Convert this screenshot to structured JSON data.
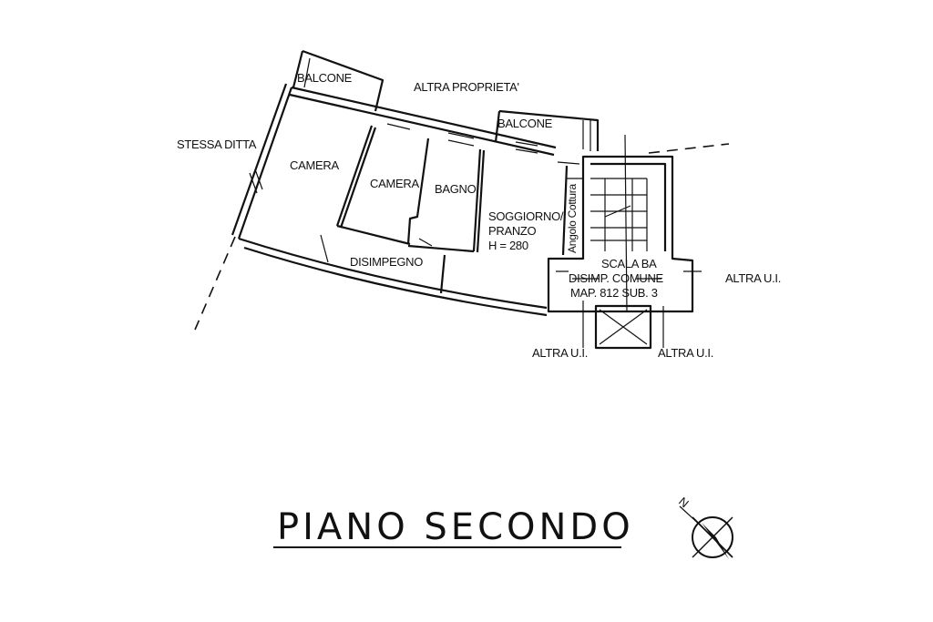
{
  "title": "PIANO SECONDO",
  "compass_label": "N",
  "labels": {
    "balcone_left": "BALCONE",
    "altra_proprieta": "ALTRA PROPRIETA'",
    "balcone_right": "BALCONE",
    "stessa_ditta": "STESSA DITTA",
    "camera_1": "CAMERA",
    "camera_2": "CAMERA",
    "bagno": "BAGNO",
    "soggiorno": "SOGGIORNO/",
    "pranzo": "PRANZO",
    "height": "H = 280",
    "angolo_cottura": "Angolo Cottura",
    "disimpegno": "DISIMPEGNO",
    "scala": "SCALA BA",
    "disimp_comune": "DISIMP. COMUNE",
    "map_sub": "MAP. 812 SUB. 3",
    "altra_ui_right": "ALTRA U.I.",
    "altra_ui_bottom_left": "ALTRA U.I.",
    "altra_ui_bottom_right": "ALTRA U.I."
  }
}
